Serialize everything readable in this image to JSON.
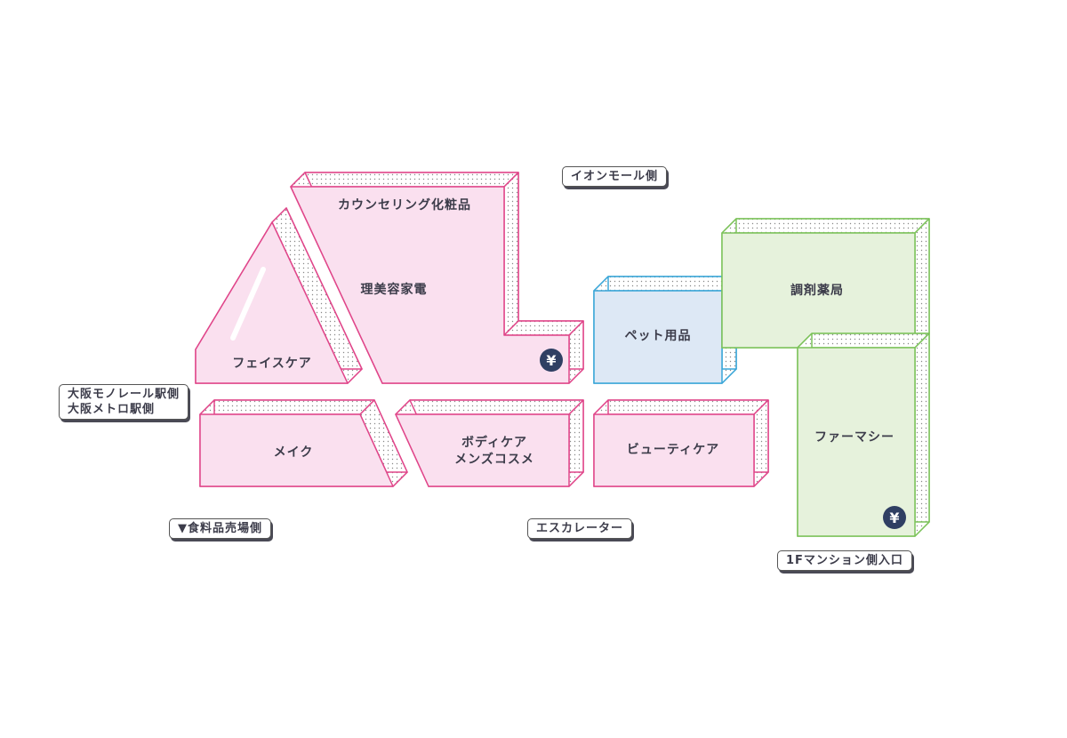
{
  "colors": {
    "pink_stroke": "#e0468a",
    "pink_fill": "#fae0ef",
    "blue_stroke": "#3aa6d8",
    "blue_fill": "#dde8f5",
    "green_stroke": "#7cc25a",
    "green_fill": "#e6f2dc",
    "yen_circle": "#2f3f63"
  },
  "zones": [
    {
      "id": "face-care",
      "label": "フェイスケア",
      "color": "pink"
    },
    {
      "id": "counseling",
      "label": "カウンセリング化粧品",
      "color": "pink"
    },
    {
      "id": "beauty-appliances",
      "label": "理美容家電",
      "color": "pink"
    },
    {
      "id": "pet",
      "label": "ペット用品",
      "color": "blue"
    },
    {
      "id": "dispensing-pharmacy",
      "label": "調剤薬局",
      "color": "green"
    },
    {
      "id": "pharmacy",
      "label": "ファーマシー",
      "color": "green"
    },
    {
      "id": "makeup",
      "label": "メイク",
      "color": "pink"
    },
    {
      "id": "body-care",
      "label": "ボディケア",
      "label2": "メンズコスメ",
      "color": "pink"
    },
    {
      "id": "beauty-care",
      "label": "ビューティケア",
      "color": "pink"
    }
  ],
  "icons": {
    "register": "yen-icon",
    "yen_glyph": "¥"
  },
  "directions": {
    "aeon": "イオンモール側",
    "monorail_line1": "大阪モノレール駅側",
    "monorail_line2": "大阪メトロ駅側",
    "food": "▼食料品売場側",
    "escalator": "エスカレーター",
    "entrance": "1Fマンション側入口"
  }
}
